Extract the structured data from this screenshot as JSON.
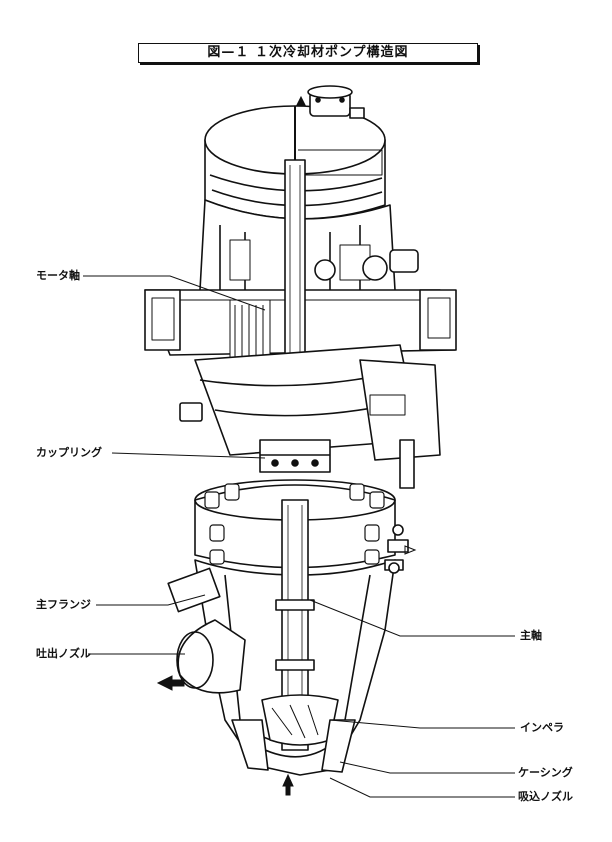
{
  "title": "図—１ １次冷却材ポンプ構造図",
  "labels": {
    "motor_shaft": "モータ軸",
    "coupling": "カップリング",
    "main_flange": "主フランジ",
    "discharge_nozzle": "吐出ノズル",
    "main_shaft": "主軸",
    "impeller": "インペラ",
    "casing": "ケーシング",
    "suction_nozzle": "吸込ノズル"
  }
}
